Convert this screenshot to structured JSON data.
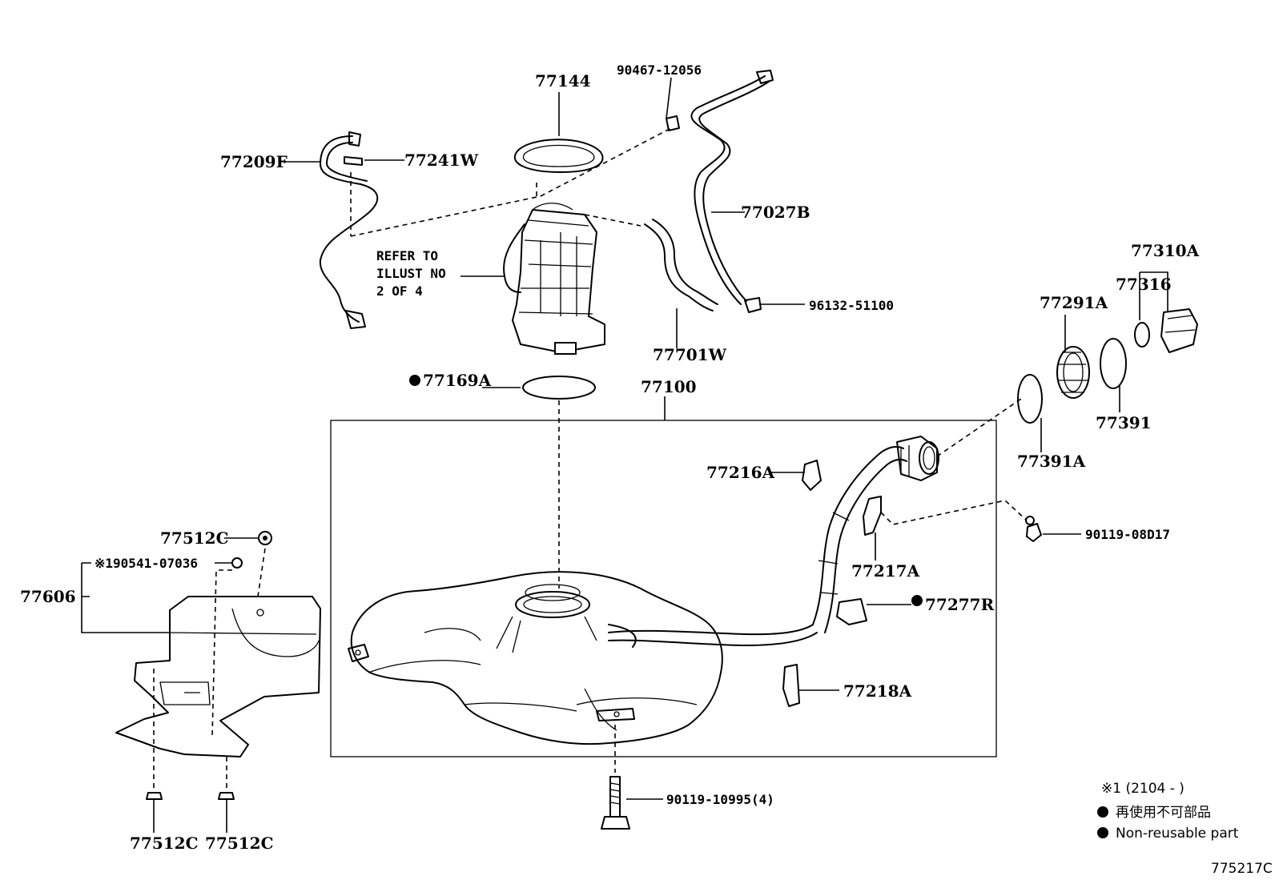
{
  "labels": {
    "p77144": "77144",
    "p90467": "90467-12056",
    "p77209F": "77209F",
    "p77241W": "77241W",
    "p77027B": "77027B",
    "refer_line1": "REFER TO",
    "refer_line2": "ILLUST NO",
    "refer_line3": "2 OF 4",
    "p96132": "96132-51100",
    "p77310A": "77310A",
    "p77316": "77316",
    "p77291A": "77291A",
    "p77701W": "77701W",
    "p77169A": "77169A",
    "p77100": "77100",
    "p77391": "77391",
    "p77391A": "77391A",
    "p77216A": "77216A",
    "p90119_08D17": "90119-08D17",
    "p77512C_top": "77512C",
    "p190541": "※190541-07036",
    "p77606": "77606",
    "p77217A": "77217A",
    "p77277R": "77277R",
    "p77218A": "77218A",
    "p90119_10995": "90119-10995(4)",
    "p77512C_bl": "77512C",
    "p77512C_br": "77512C"
  },
  "legend": {
    "note1": "※1 (2104 -       )",
    "jp": "再使用不可部品",
    "en": "Non-reusable part"
  },
  "figure_id": "775217C"
}
